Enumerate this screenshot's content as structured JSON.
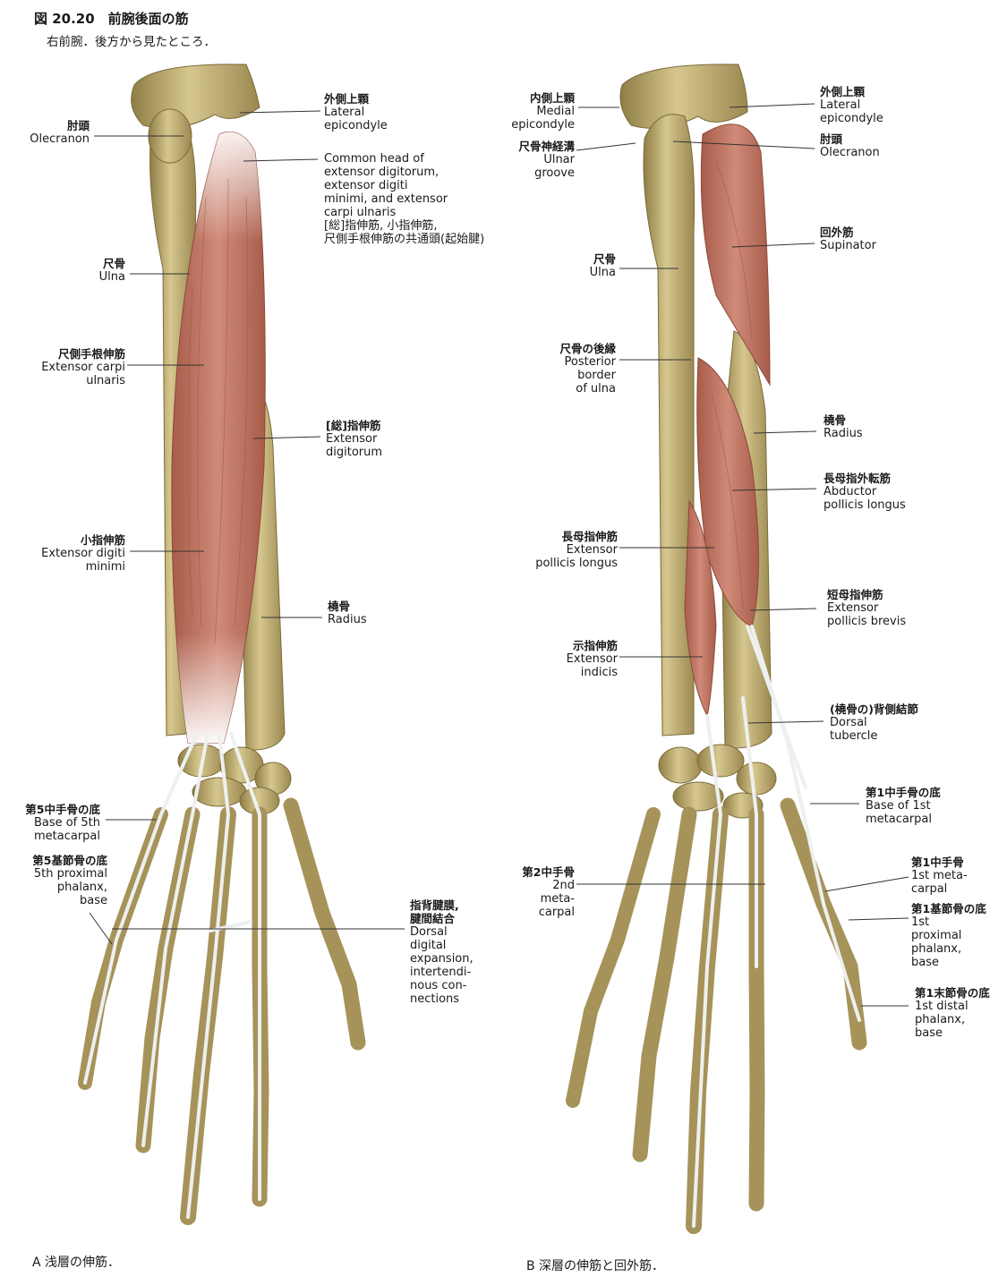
{
  "figure": {
    "title": "図 20.20　前腕後面の筋",
    "subtitle": "右前腕．後方から見たところ．",
    "caption_a": "A 浅層の伸筋．",
    "caption_b": "B 深層の伸筋と回外筋．"
  },
  "colors": {
    "bone": "#c8b77a",
    "bone_shade": "#9f8d4f",
    "muscle": "#c47866",
    "muscle_dark": "#9e5544",
    "tendon": "#eef0ef",
    "line": "#333333"
  },
  "panel_a": {
    "labels": [
      {
        "id": "a-olecranon",
        "ja": "肘頭",
        "en": "Olecranon"
      },
      {
        "id": "a-lateral-epicondyle",
        "ja": "外側上顆",
        "en": "Lateral\nepicondyle"
      },
      {
        "id": "a-common-head",
        "ja": "",
        "en": "Common head of\nextensor digitorum,\nextensor digiti\nminimi, and extensor\ncarpi ulnaris\n[総]指伸筋, 小指伸筋,\n尺側手根伸筋の共通頭(起始腱)"
      },
      {
        "id": "a-ulna",
        "ja": "尺骨",
        "en": "Ulna"
      },
      {
        "id": "a-ecu",
        "ja": "尺側手根伸筋",
        "en": "Extensor carpi\nulnaris"
      },
      {
        "id": "a-ed",
        "ja": "[総]指伸筋",
        "en": "Extensor\ndigitorum"
      },
      {
        "id": "a-edm",
        "ja": "小指伸筋",
        "en": "Extensor digiti\nminimi"
      },
      {
        "id": "a-radius",
        "ja": "橈骨",
        "en": "Radius"
      },
      {
        "id": "a-base-5th-mc",
        "ja": "第5中手骨の底",
        "en": "Base of 5th\nmetacarpal"
      },
      {
        "id": "a-5th-prox-phalanx",
        "ja": "第5基節骨の底",
        "en": "5th proximal\nphalanx,\nbase"
      },
      {
        "id": "a-dorsal-expansion",
        "ja": "指背腱膜,\n腱間結合",
        "en": "Dorsal\ndigital\nexpansion,\nintertendi-\nnous con-\nnections"
      }
    ]
  },
  "panel_b": {
    "labels": [
      {
        "id": "b-medial-epicondyle",
        "ja": "内側上顆",
        "en": "Medial\nepicondyle"
      },
      {
        "id": "b-ulnar-groove",
        "ja": "尺骨神経溝",
        "en": "Ulnar\ngroove"
      },
      {
        "id": "b-lateral-epicondyle",
        "ja": "外側上顆",
        "en": "Lateral\nepicondyle"
      },
      {
        "id": "b-olecranon",
        "ja": "肘頭",
        "en": "Olecranon"
      },
      {
        "id": "b-supinator",
        "ja": "回外筋",
        "en": "Supinator"
      },
      {
        "id": "b-ulna",
        "ja": "尺骨",
        "en": "Ulna"
      },
      {
        "id": "b-posterior-border",
        "ja": "尺骨の後縁",
        "en": "Posterior\nborder\nof ulna"
      },
      {
        "id": "b-radius",
        "ja": "橈骨",
        "en": "Radius"
      },
      {
        "id": "b-apl",
        "ja": "長母指外転筋",
        "en": "Abductor\npollicis longus"
      },
      {
        "id": "b-epl",
        "ja": "長母指伸筋",
        "en": "Extensor\npollicis longus"
      },
      {
        "id": "b-epb",
        "ja": "短母指伸筋",
        "en": "Extensor\npollicis brevis"
      },
      {
        "id": "b-ei",
        "ja": "示指伸筋",
        "en": "Extensor\nindicis"
      },
      {
        "id": "b-dorsal-tubercle",
        "ja": "(橈骨の)背側結節",
        "en": "Dorsal\ntubercle"
      },
      {
        "id": "b-base-1st-mc",
        "ja": "第1中手骨の底",
        "en": "Base of 1st\nmetacarpal"
      },
      {
        "id": "b-2nd-mc",
        "ja": "第2中手骨",
        "en": "2nd\nmeta-\ncarpal"
      },
      {
        "id": "b-1st-mc",
        "ja": "第1中手骨",
        "en": "1st meta-\ncarpal"
      },
      {
        "id": "b-1st-prox-phalanx",
        "ja": "第1基節骨の底",
        "en": "1st\nproximal\nphalanx,\nbase"
      },
      {
        "id": "b-1st-distal-phalanx",
        "ja": "第1末節骨の底",
        "en": "1st distal\nphalanx,\nbase"
      }
    ]
  }
}
